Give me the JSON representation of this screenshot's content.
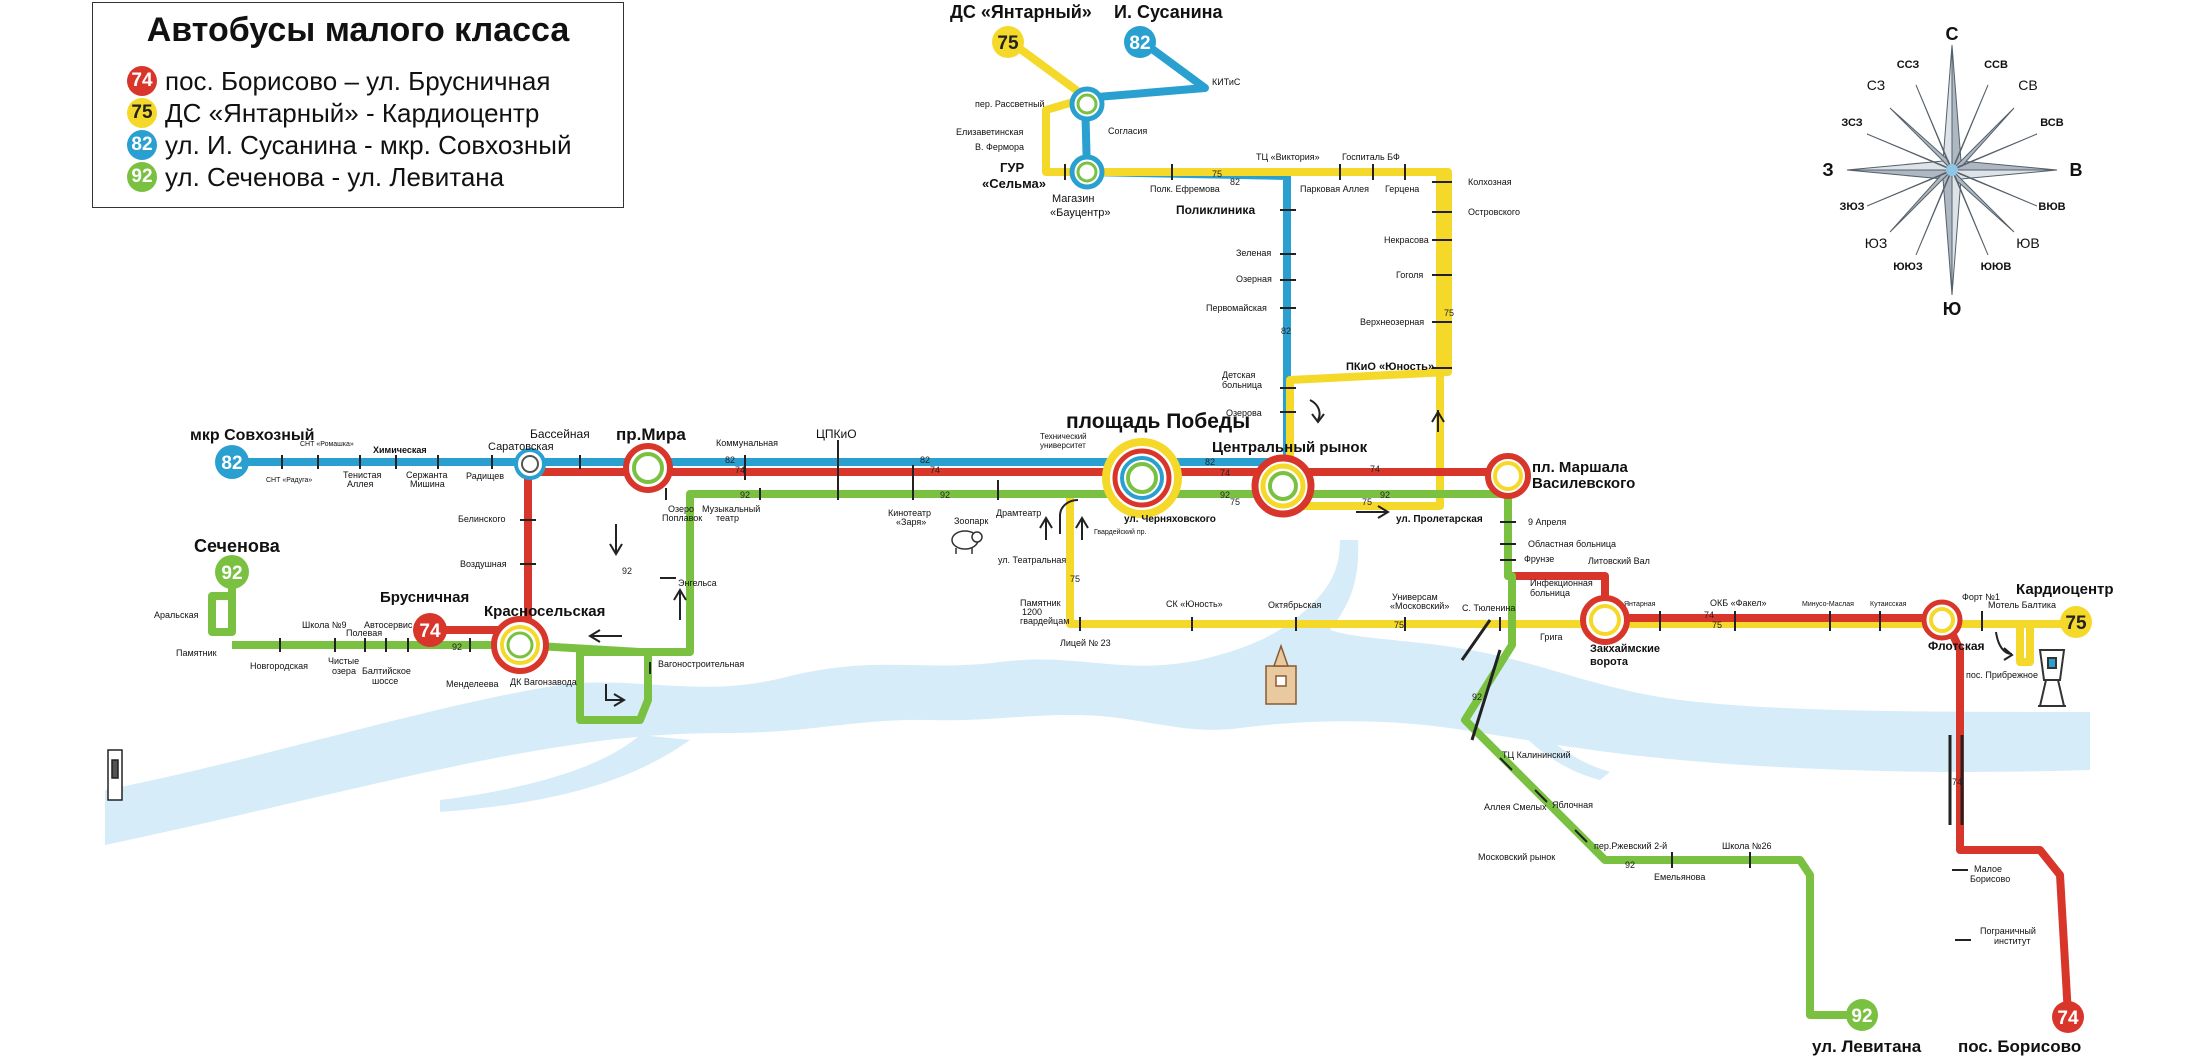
{
  "legend": {
    "title": "Автобусы  малого класса",
    "routes": [
      {
        "number": "74",
        "color": "#d9362b",
        "text": "пос. Борисово – ул. Брусничная"
      },
      {
        "number": "75",
        "color": "#f5d92a",
        "text": "ДС «Янтарный» - Кардиоцентр"
      },
      {
        "number": "82",
        "color": "#2aa0d0",
        "text": "ул.  И. Сусанина - мкр. Совхозный"
      },
      {
        "number": "92",
        "color": "#7ac142",
        "text": "ул. Сеченова - ул. Левитана"
      }
    ]
  },
  "compass": {
    "n": "С",
    "s": "Ю",
    "e": "В",
    "w": "З",
    "nne": "ССВ",
    "ne": "СВ",
    "ene": "ВСВ",
    "ese": "ВЮВ",
    "se": "ЮВ",
    "sse": "ЮЮВ",
    "ssw": "ЮЮЗ",
    "sw": "ЮЗ",
    "wsw": "ЗЮЗ",
    "wnw": "ЗСЗ",
    "nw": "СЗ",
    "nnw": "ССЗ"
  },
  "terminals": {
    "t75_top": "ДС «Янтарный»",
    "t82_top": "И. Сусанина",
    "t82_left": "мкр Совхозный",
    "t92_left": "Сеченова",
    "t74_left": "Брусничная",
    "t75_right": "Кардиоцентр",
    "t92_bottom": "ул. Левитана",
    "t74_bottom": "пос. Борисово"
  },
  "hubs": {
    "pobedy": "площадь Победы",
    "mira": "пр.Мира",
    "central": "Центральный рынок",
    "marshal": "пл. Маршала Васи­левского",
    "marshal1": "пл. Маршала",
    "marshal2": "Василевского",
    "krasno": "Красносельская",
    "zakh1": "Закхаймские",
    "zakh2": "ворота",
    "flot": "Флотская",
    "gur1": "ГУР",
    "gur2": "«Сельма»",
    "bau1": "Магазин",
    "bau2": "«Бауцентр»",
    "saratov": "Саратовская"
  },
  "stops": {
    "rassvet": "пер. Рассветный",
    "elizav": "Елизаветинская",
    "fermora": "В. Фермора",
    "soglasiya": "Согласия",
    "kitis": "КИТиС",
    "efremova": "Полк. Ефремова",
    "viktoriya": "ТЦ «Виктория»",
    "gospital": "Госпиталь БФ",
    "parkovaya": "Парковая Аллея",
    "gertsena": "Герцена",
    "kolkhoz": "Колхозная",
    "ostrov": "Островского",
    "nekrasova": "Некрасова",
    "gogolya": "Гоголя",
    "verkhne": "Верхнеозерная",
    "poliklinika": "Поликлиника",
    "zelenaya": "Зеленая",
    "ozernaya": "Озерная",
    "pervomay": "Первомайская",
    "detsk1": "Детская",
    "detsk2": "больница",
    "ozerova": "Озерова",
    "pkio": "ПКиО «Юность»",
    "basseinaya": "Бассейная",
    "kommunal": "Коммунальная",
    "tspkio": "ЦПКиО",
    "tekh1": "Технический",
    "tekh2": "университет",
    "snt_rom": "СНТ «Ромашка»",
    "khim": "Химическая",
    "snt_rad": "СНТ «Радуга»",
    "tenist1": "Тенистая",
    "tenist2": "Аллея",
    "serzh1": "Сержанта",
    "serzh2": "Мишина",
    "radish": "Радищев",
    "ozero1": "Озеро",
    "ozero2": "Поплавок",
    "muz1": "Музыкальный",
    "muz2": "театр",
    "kino1": "Кинотеатр",
    "kino2": "«Заря»",
    "zoopark": "Зоопарк",
    "dramteatr": "Драмтеатр",
    "cherny": "ул. Черняховского",
    "gvard": "Гвардейский пр.",
    "proletar": "ул. Пролетарская",
    "belin": "Белинского",
    "vozdush": "Воздушная",
    "engelsa": "Энгельса",
    "vagono": "Вагоностроительная",
    "aral": "Аральская",
    "pamyatnik": "Памятник",
    "novgorod": "Новгородская",
    "shkola9": "Школа №9",
    "polevaya": "Полевая",
    "chist1": "Чистые",
    "chist2": "озера",
    "avtoserv": "Автосервис",
    "balt1": "Балтийское",
    "balt2": "шоссе",
    "mendeleeva": "Менделеева",
    "dkvagon": "ДК Вагонзавода",
    "teatr": "ул. Театральная",
    "pam1": "Памятник",
    "pam2": "1200",
    "pam3": "гвардейцам",
    "licey": "Лицей № 23",
    "skyun": "СК «Юность»",
    "oktyab": "Октябрьская",
    "univ1": "Универсам",
    "univ2": "«Московский»",
    "tyuten": "С. Тюленина",
    "aprelya": "9 Апреля",
    "oblast": "Областная больница",
    "frunze": "Фрунзе",
    "inf1": "Инфекционная",
    "inf2": "больница",
    "litov": "Литовский Вал",
    "griga": "Грига",
    "yantar": "Янтарная",
    "fakel": "ОКБ «Факел»",
    "minusa": "Минусо-Маслая",
    "kutai": "Кутаисская",
    "fort": "Форт №1",
    "motel": "Мотель Балтика",
    "pribr": "пос. Прибрежное",
    "kalin": "ТЦ Калининский",
    "smelykh": "Аллея Смелых",
    "yablon": "Яблочная",
    "moskov": "Московский рынок",
    "rzhev": "пер.Ржевский 2-й",
    "shkola26": "Школа №26",
    "emelyan": "Емельянова",
    "malbor1": "Малое",
    "malbor2": "Борисово",
    "pogran1": "Пограничный",
    "pogran2": "институт"
  },
  "line_labels": {
    "n74": "74",
    "n75": "75",
    "n82": "82",
    "n92": "92"
  }
}
